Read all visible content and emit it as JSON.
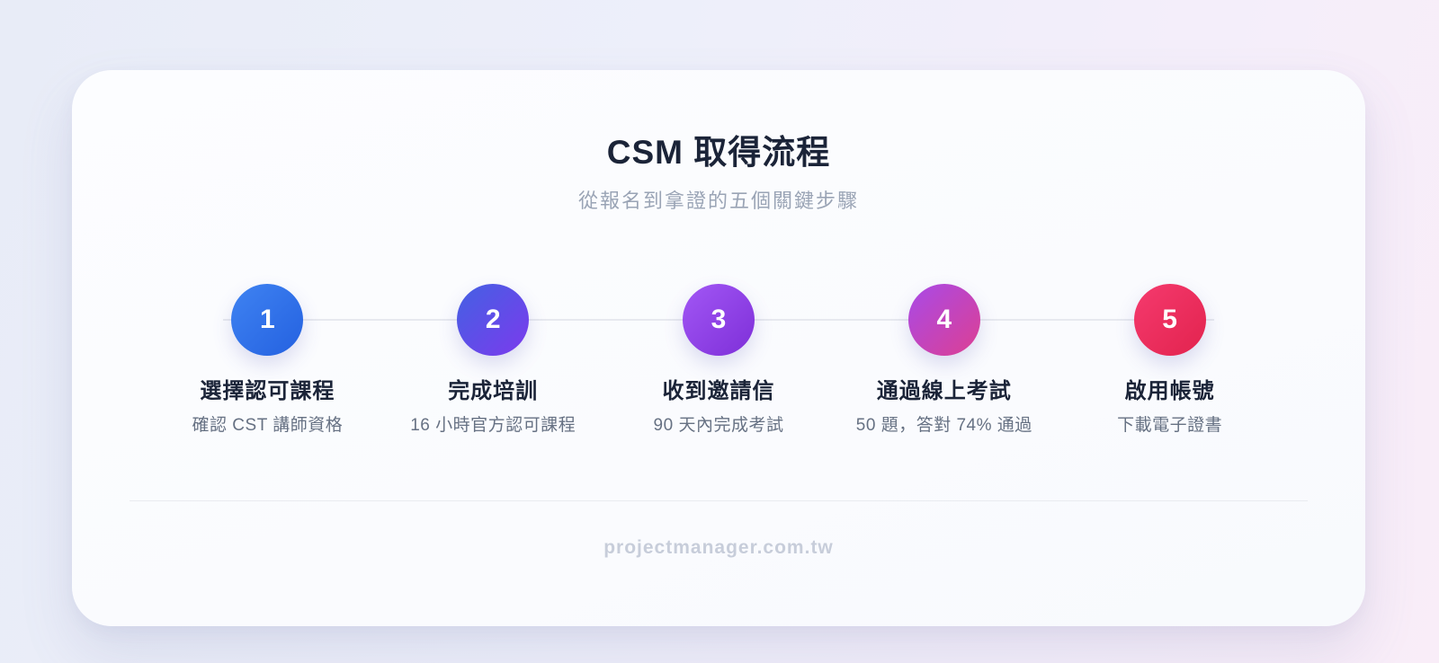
{
  "page": {
    "title": "CSM 取得流程",
    "subtitle": "從報名到拿證的五個關鍵步驟",
    "footer": "projectmanager.com.tw"
  },
  "colors": {
    "background_left": "#e8ecf7",
    "background_right": "#f9edf8",
    "card": "#fbfcfe",
    "timeline_line": "#e7e9ef",
    "heading_text": "#1b2438",
    "muted_text": "#9aa4b5",
    "description_text": "#667183",
    "footer_text": "#c7cdda"
  },
  "steps": [
    {
      "number": "1",
      "title": "選擇認可課程",
      "description": "確認 CST 講師資格",
      "gradient_from": "#3f83f2",
      "gradient_to": "#2461e0"
    },
    {
      "number": "2",
      "title": "完成培訓",
      "description": "16 小時官方認可課程",
      "gradient_from": "#4361e3",
      "gradient_to": "#7c3aed"
    },
    {
      "number": "3",
      "title": "收到邀請信",
      "description": "90 天內完成考試",
      "gradient_from": "#a257f5",
      "gradient_to": "#7e2fd8"
    },
    {
      "number": "4",
      "title": "通過線上考試",
      "description": "50 題，答對 74% 通過",
      "gradient_from": "#a84ae8",
      "gradient_to": "#dd3f92"
    },
    {
      "number": "5",
      "title": "啟用帳號",
      "description": "下載電子證書",
      "gradient_from": "#f53a6e",
      "gradient_to": "#e2234e"
    }
  ]
}
